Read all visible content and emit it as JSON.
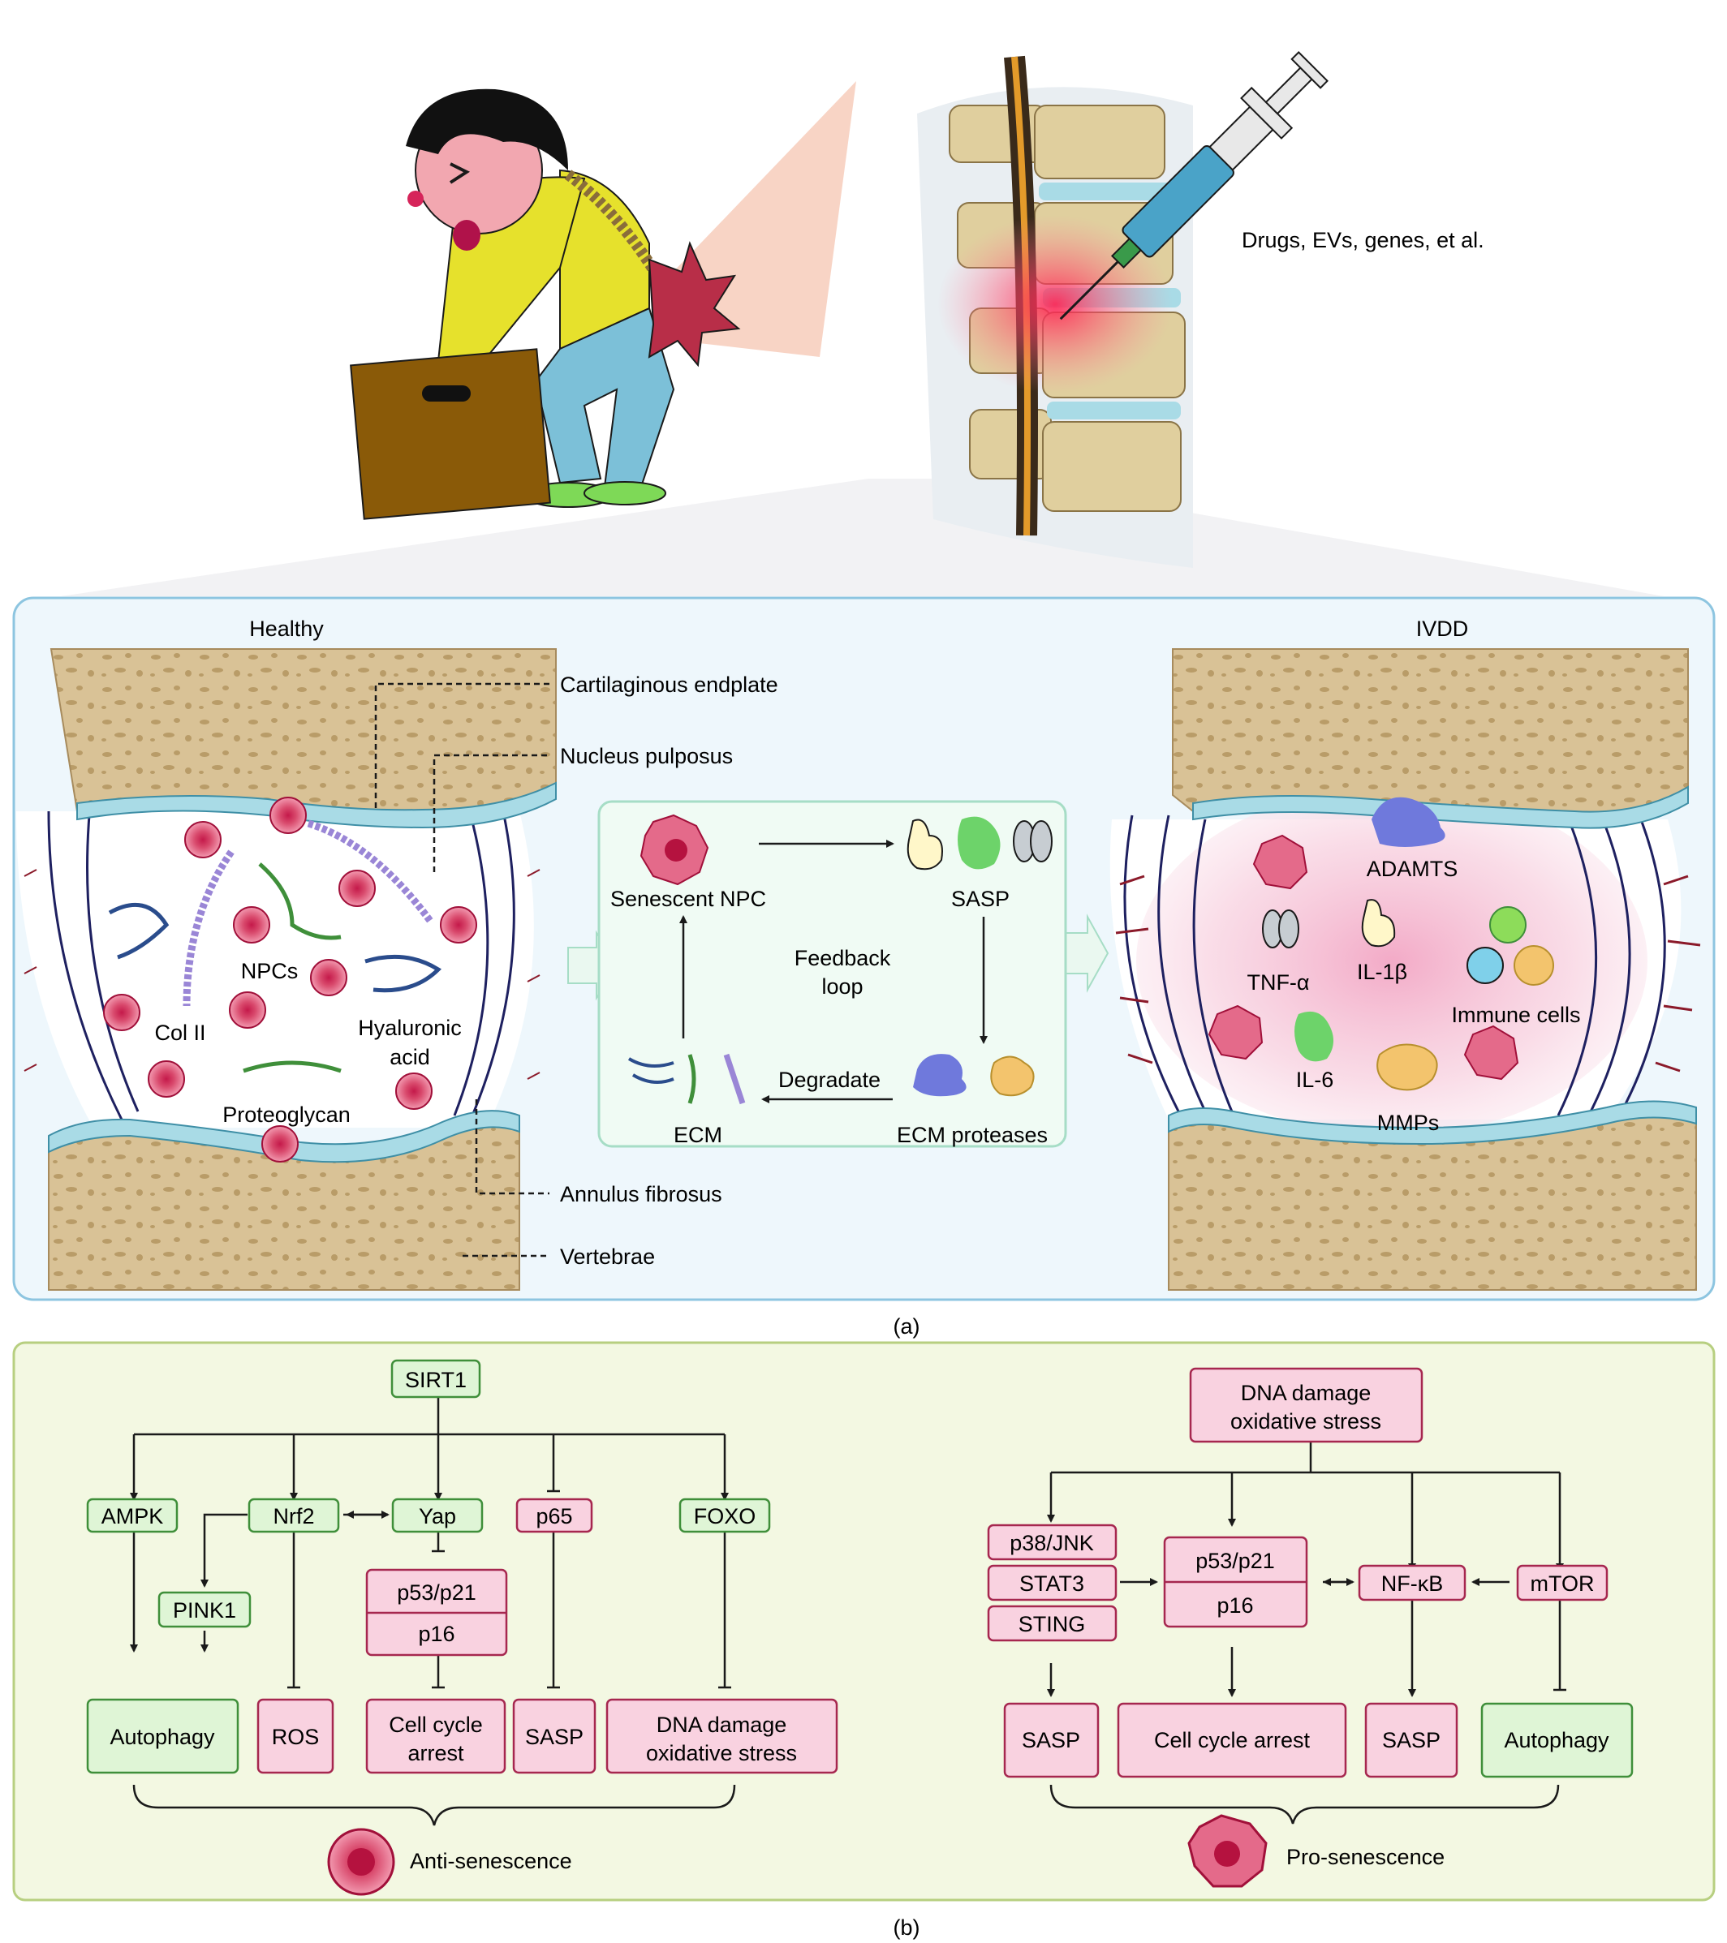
{
  "top": {
    "delivery_label": "Drugs, EVs, genes, et al."
  },
  "panel_a": {
    "caption": "(a)",
    "healthy_title": "Healthy",
    "ivdd_title": "IVDD",
    "callouts": {
      "endplate": "Cartilaginous endplate",
      "nucleus": "Nucleus pulposus",
      "annulus": "Annulus fibrosus",
      "vertebrae": "Vertebrae"
    },
    "healthy_labels": {
      "npcs": "NPCs",
      "col2": "Col II",
      "hyaluronic1": "Hyaluronic",
      "hyaluronic2": "acid",
      "proteoglycan": "Proteoglycan"
    },
    "loop": {
      "senescent_npc": "Senescent NPC",
      "sasp": "SASP",
      "feedback1": "Feedback",
      "feedback2": "loop",
      "degrade": "Degradate",
      "ecm": "ECM",
      "ecm_proteases": "ECM proteases"
    },
    "ivdd_labels": {
      "adamts": "ADAMTS",
      "tnf": "TNF-α",
      "il1b": "IL-1β",
      "immune": "Immune cells",
      "il6": "IL-6",
      "mmps": "MMPs"
    }
  },
  "panel_b": {
    "caption": "(b)",
    "left": {
      "sirt1": "SIRT1",
      "ampk": "AMPK",
      "nrf2": "Nrf2",
      "yap": "Yap",
      "p65": "p65",
      "foxo": "FOXO",
      "pink1": "PINK1",
      "p53p21": "p53/p21",
      "p16": "p16",
      "autophagy": "Autophagy",
      "ros": "ROS",
      "cca1": "Cell cycle",
      "cca2": "arrest",
      "sasp": "SASP",
      "dna1": "DNA damage",
      "dna2": "oxidative stress",
      "outcome": "Anti-senescence"
    },
    "right": {
      "dna1": "DNA damage",
      "dna2": "oxidative stress",
      "p38": "p38/JNK",
      "stat3": "STAT3",
      "sting": "STING",
      "p53p21": "p53/p21",
      "p16": "p16",
      "nfkb": "NF-κB",
      "mtor": "mTOR",
      "sasp1": "SASP",
      "cca": "Cell cycle arrest",
      "sasp2": "SASP",
      "autophagy": "Autophagy",
      "outcome": "Pro-senescence"
    }
  },
  "colors": {
    "green_fill": "#dff5d6",
    "green_stroke": "#3f8f3a",
    "pink_fill": "#f9d2e0",
    "pink_stroke": "#a6274f",
    "bone": "#d9c296",
    "cartilage": "#a9dbe6",
    "panel_a_bg": "#eef7fc",
    "panel_b_bg": "#f3f8e2"
  }
}
